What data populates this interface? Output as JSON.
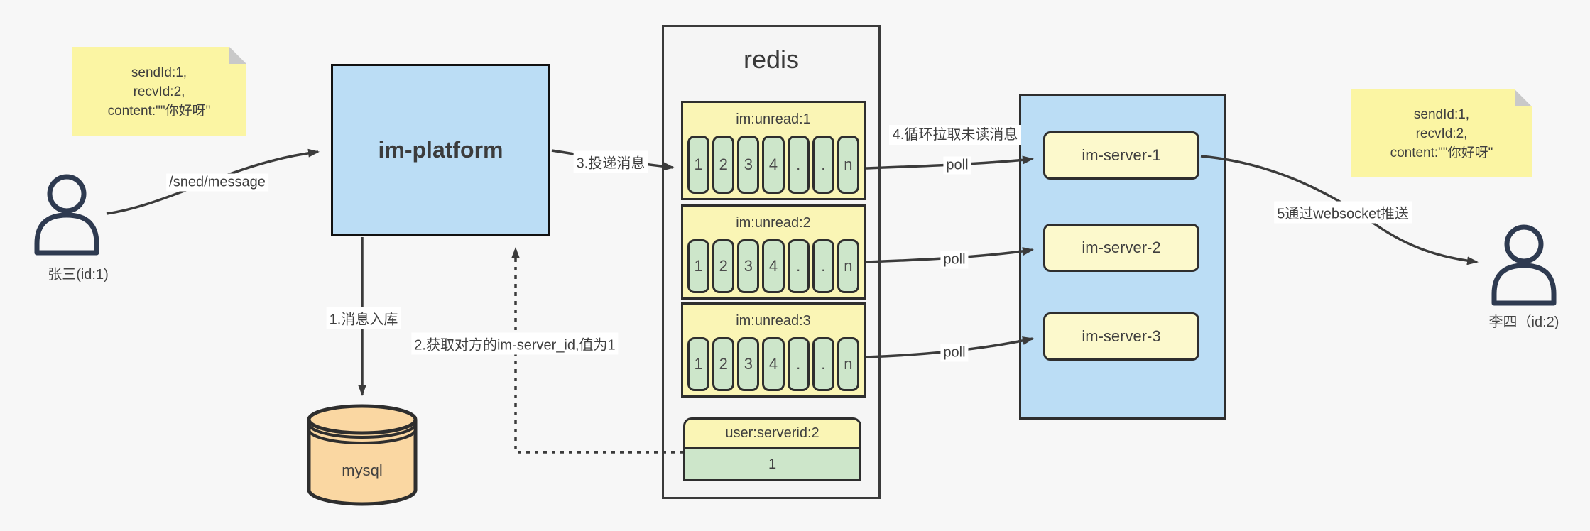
{
  "diagram": {
    "note_left": {
      "line1": "sendId:1,",
      "line2": "recvId:2,",
      "line3": "content:\"\"你好呀\""
    },
    "note_right": {
      "line1": "sendId:1,",
      "line2": "recvId:2,",
      "line3": "content:\"\"你好呀\""
    },
    "sender": {
      "label": "张三(id:1)"
    },
    "receiver": {
      "label": "李四（id:2)"
    },
    "platform": {
      "label": "im-platform"
    },
    "database": {
      "label": "mysql"
    },
    "redis": {
      "title": "redis",
      "queues": [
        {
          "name": "im:unread:1",
          "cells": [
            "1",
            "2",
            "3",
            "4",
            ".",
            ".",
            "n"
          ]
        },
        {
          "name": "im:unread:2",
          "cells": [
            "1",
            "2",
            "3",
            "4",
            ".",
            ".",
            "n"
          ]
        },
        {
          "name": "im:unread:3",
          "cells": [
            "1",
            "2",
            "3",
            "4",
            ".",
            ".",
            "n"
          ]
        }
      ],
      "kv": {
        "key": "user:serverid:2",
        "value": "1"
      }
    },
    "servers": [
      {
        "label": "im-server-1"
      },
      {
        "label": "im-server-2"
      },
      {
        "label": "im-server-3"
      }
    ],
    "labels": {
      "send_api": "/sned/message",
      "step1": "1.消息入库",
      "step2": "2.获取对方的im-server_id,值为1",
      "step3": "3.投递消息",
      "step4": "4.循环拉取未读消息",
      "poll_1": "poll",
      "poll_2": "poll",
      "poll_3": "poll",
      "step5": "5通过websocket推送"
    },
    "colors": {
      "background": "#F7F7F7",
      "note_yellow": "#FBF5A3",
      "node_blue": "#BBDDF5",
      "queue_yellow": "#FAF5B5",
      "cell_green": "#CDE6CA",
      "server_yellow": "#FCF9CC",
      "mysql_orange": "#FAD7A2",
      "container_gray": "#F5F5F5",
      "stroke_dark": "#2E2E2E",
      "arrow": "#3B3B3B",
      "actor_navy": "#2E3A50"
    }
  }
}
